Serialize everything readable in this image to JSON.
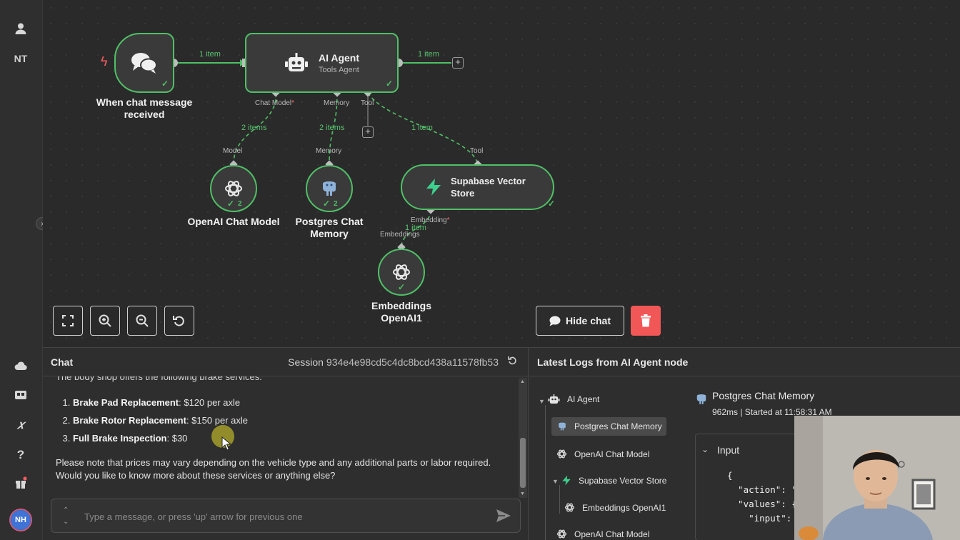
{
  "sidebar": {
    "user_initials": "NT",
    "avatar_initials": "NH"
  },
  "canvas": {
    "nodes": {
      "trigger": {
        "title": "When chat message received"
      },
      "agent": {
        "title": "AI Agent",
        "subtitle": "Tools Agent"
      },
      "openai_chat": {
        "title": "OpenAI Chat Model",
        "badge": "2"
      },
      "postgres_memory": {
        "title": "Postgres Chat Memory",
        "badge": "2"
      },
      "supabase": {
        "title": "Supabase Vector Store"
      },
      "embeddings": {
        "title": "Embeddings OpenAI1"
      }
    },
    "wire_labels": {
      "trigger_to_agent": "1 item",
      "agent_out": "1 item",
      "model": "2 items",
      "memory": "2 items",
      "tool": "1 item",
      "embedding": "1 item"
    },
    "port_labels": {
      "chat_model": "Chat Model",
      "memory": "Memory",
      "tool": "Tool",
      "model_in": "Model",
      "memory_in": "Memory",
      "tool_in": "Tool",
      "embedding": "Embedding",
      "embeddings_in": "Embeddings"
    },
    "required_mark": "*",
    "hide_chat_label": "Hide chat"
  },
  "chat": {
    "title": "Chat",
    "session_label": "Session",
    "session_id": "934e4e98cd5c4dc8bcd438a11578fb53",
    "message_cut": "The body shop offers the following brake services:",
    "services": [
      {
        "name": "Brake Pad Replacement",
        "price": ": $120 per axle"
      },
      {
        "name": "Brake Rotor Replacement",
        "price": ": $150 per axle"
      },
      {
        "name": "Full Brake Inspection",
        "price": ": $30"
      }
    ],
    "closing": "Please note that prices may vary depending on the vehicle type and any additional parts or labor required. Would you like to know more about these services or anything else?",
    "input_placeholder": "Type a message, or press 'up' arrow for previous one"
  },
  "logs": {
    "title": "Latest Logs from AI Agent node",
    "tree": [
      {
        "label": "AI Agent",
        "icon": "robot-icon"
      },
      {
        "label": "Postgres Chat Memory",
        "icon": "elephant-icon",
        "selected": true
      },
      {
        "label": "OpenAI Chat Model",
        "icon": "openai-icon"
      },
      {
        "label": "Supabase Vector Store",
        "icon": "bolt-icon"
      },
      {
        "label": "Embeddings OpenAI1",
        "icon": "openai-icon"
      },
      {
        "label": "OpenAI Chat Model",
        "icon": "openai-icon"
      }
    ],
    "detail": {
      "title": "Postgres Chat Memory",
      "meta": "962ms | Started at 11:58:31 AM",
      "input_label": "Input",
      "json_lines": [
        "{",
        "  \"action\": \"",
        "  \"values\": {",
        "    \"input\":"
      ]
    }
  },
  "colors": {
    "success": "#4fc066",
    "danger": "#f25757",
    "trigger_bolt": "#ff5e5e"
  }
}
